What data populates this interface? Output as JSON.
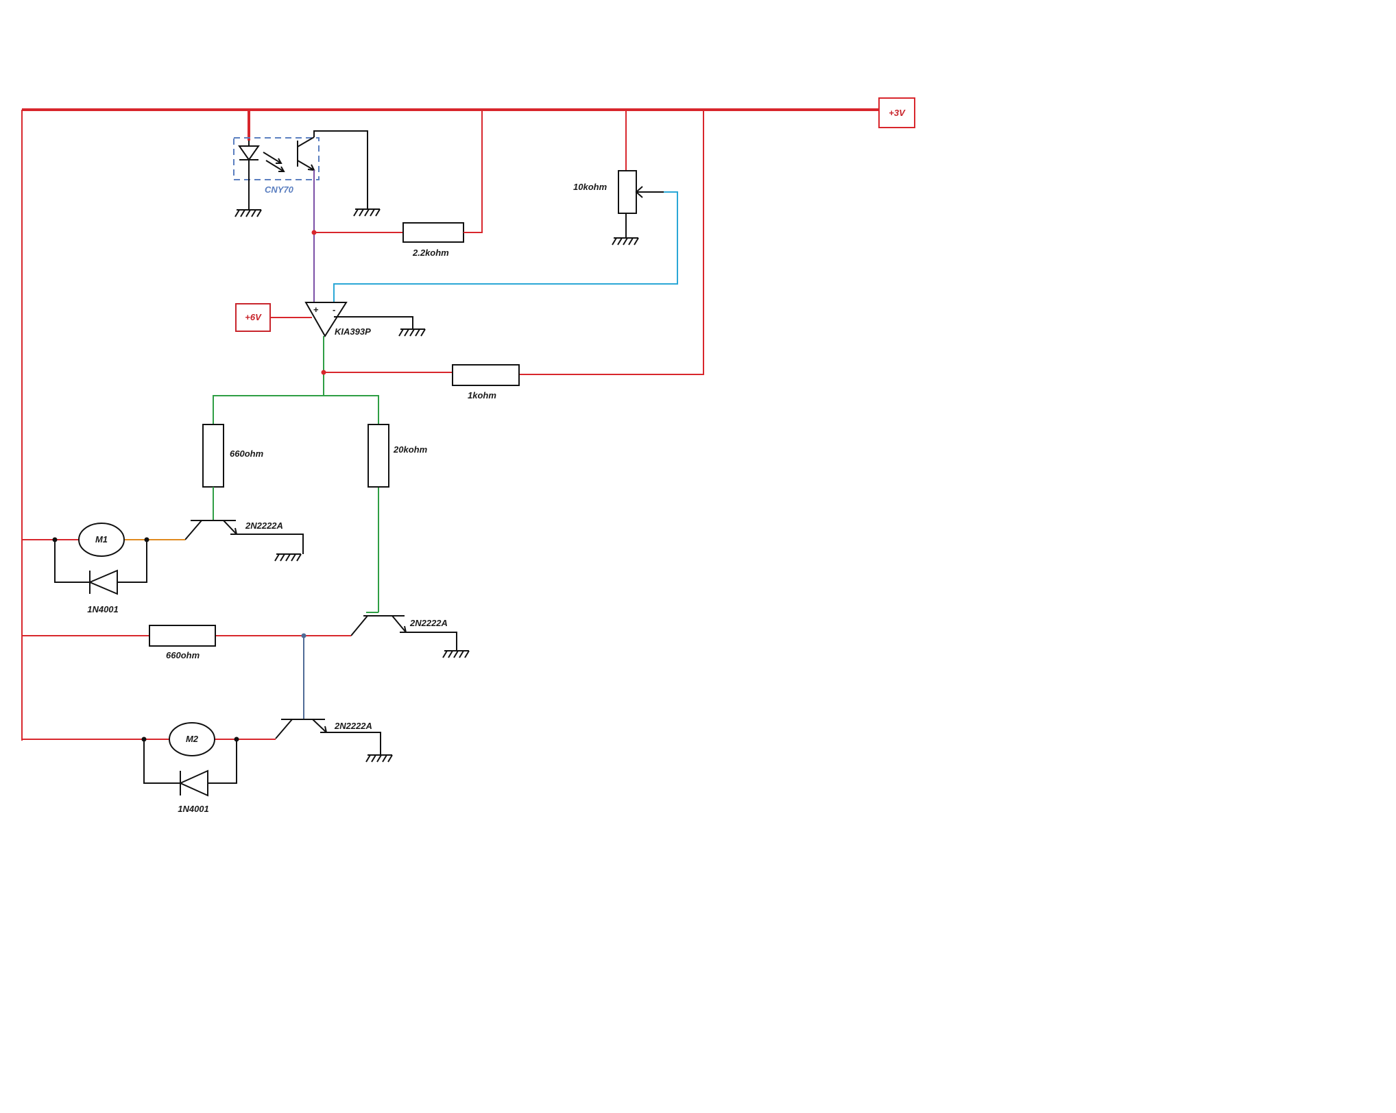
{
  "colors": {
    "power": "#d8262c",
    "ground": "#111111",
    "signal_purple": "#7b4fa6",
    "signal_cyan": "#2aa7d6",
    "signal_green": "#2e9e44",
    "signal_orange": "#e08a1e",
    "signal_slate": "#4f6b96",
    "module_outline": "#5b7fc0"
  },
  "supply": {
    "main": "+3V",
    "comparator": "+6V"
  },
  "components": {
    "optosensor": "CNY70",
    "comparator": "KIA393P",
    "comparator_plus": "+",
    "comparator_minus": "-",
    "pot": "10kohm",
    "r_sensor": "2.2kohm",
    "r_pullup": "1kohm",
    "r_base_m1": "660ohm",
    "r_base_inv": "20kohm",
    "r_collector": "660ohm",
    "q1": "2N2222A",
    "q2": "2N2222A",
    "q3": "2N2222A",
    "motor1": "M1",
    "motor2": "M2",
    "diode1": "1N4001",
    "diode2": "1N4001"
  }
}
